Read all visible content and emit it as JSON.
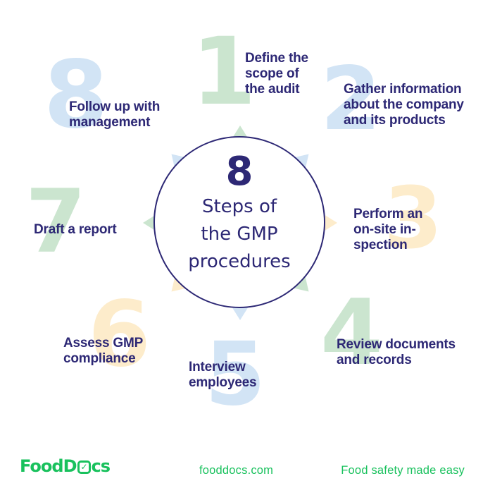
{
  "center": {
    "number": "8",
    "line1": "Steps of",
    "line2": "the GMP",
    "line3": "procedures"
  },
  "steps": [
    {
      "number": "1",
      "color": "green",
      "line1": "Define the",
      "line2": "scope of",
      "line3": "the audit"
    },
    {
      "number": "2",
      "color": "blue",
      "line1": "Gather information",
      "line2": "about the company",
      "line3": "and its products"
    },
    {
      "number": "3",
      "color": "orange",
      "line1": "Perform an",
      "line2": "on-site in-",
      "line3": "spection"
    },
    {
      "number": "4",
      "color": "green",
      "line1": "Review documents",
      "line2": "and records"
    },
    {
      "number": "5",
      "color": "blue",
      "line1": "Interview",
      "line2": "employees"
    },
    {
      "number": "6",
      "color": "orange",
      "line1": "Assess GMP",
      "line2": "compliance"
    },
    {
      "number": "7",
      "color": "green",
      "line1": "Draft a report"
    },
    {
      "number": "8",
      "color": "blue",
      "line1": "Follow up with",
      "line2": "management"
    }
  ],
  "footer": {
    "logo_prefix": "FoodD",
    "logo_check": "✓",
    "logo_suffix": "cs",
    "website": "fooddocs.com",
    "tagline": "Food safety made easy"
  },
  "colors": {
    "green": "#cbe5cf",
    "blue": "#d2e4f5",
    "orange": "#fdeccb",
    "navy": "#2d2875",
    "brand": "#19c15d"
  }
}
